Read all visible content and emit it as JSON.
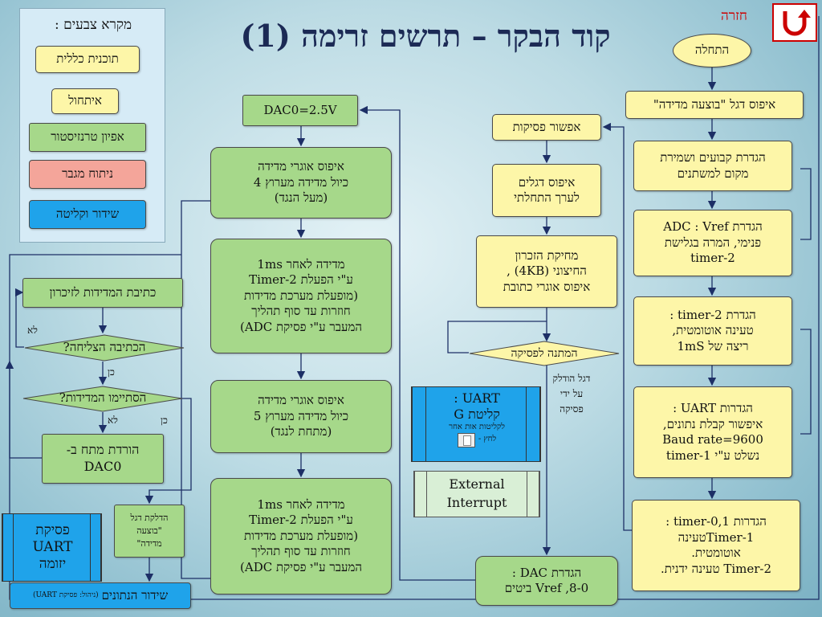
{
  "title": "קוד הבקר – תרשים זרימה (1)",
  "back": {
    "label": "חזרה",
    "icon": "u-turn-icon"
  },
  "legend": {
    "title": "מקרא צבעים :",
    "items": [
      {
        "label": "תוכנית כללית",
        "color": "#fdf6a8"
      },
      {
        "label": "איתחול",
        "color": "#fdf6a8"
      },
      {
        "label": "אפיון טרנזיסטור",
        "color": "#a6d88a"
      },
      {
        "label": "ניתוח מגבר",
        "color": "#f4a59a"
      },
      {
        "label": "שידור וקליטה",
        "color": "#1fa3ea"
      }
    ]
  },
  "right": {
    "start": "התחלה",
    "reset_flag": "איפוס דגל \"בוצעה מדידה\"",
    "constants": [
      "הגדרת קבועים ושמירת",
      "מקום למשתנים"
    ],
    "adc": [
      "הגדרת ADC : Vref",
      "פנימי, המרה בגלישת",
      "timer-2"
    ],
    "timer2": [
      "הגדרת timer-2 :",
      "טעינה אוטומטית,",
      "ריצה של 1mS"
    ],
    "uart": [
      "הגדרות UART :",
      "איפשור קבלת נתונים,",
      "Baud rate=9600",
      "נשלט ע\"י timer-1"
    ],
    "timer01": [
      "הגדרות timer-0,1 :",
      "Timer-1טעינה",
      "אוטומטית.",
      "Timer-2 טעינה ידנית."
    ]
  },
  "mid": {
    "enable_int": "אפשור פסיקות",
    "reset_flags": [
      "איפוס דגלים",
      "לערך התחלתי"
    ],
    "erase": [
      "מחיקת הזכרון",
      "החיצוני (4KB) ,",
      "איפוס אוגרי כתובת"
    ],
    "wait": "המתנה לפסיקה",
    "flag_note": [
      "דגל הודלק",
      "על ידי",
      "פסיקה"
    ],
    "uart_panel": [
      "UART :",
      "קליטת G",
      "לקליטות אות אחר",
      "לחץ -"
    ],
    "external": [
      "External",
      "Interrupt"
    ],
    "dac_set": [
      "הגדרת DAC :",
      "0-Vref ,8 ביטים"
    ]
  },
  "center": {
    "dac0": "DAC0=2.5V",
    "reg4": [
      "איפוס אוגרי מדידה",
      "כיול מדידה מערוץ 4",
      "(מעל הנגד)"
    ],
    "meas1": [
      "מדידה לאחר 1ms",
      "ע\"י הפעלת Timer-2",
      "(מופעלת מערכת מדידות",
      "חוזרות עד סוף תהליך",
      "המעבר ע\"י פסיקת ADC)"
    ],
    "reg5": [
      "איפוס אוגרי מדידה",
      "כיול מדידה מערוץ 5",
      "(מתחת לנגד)"
    ],
    "meas2": [
      "מדידה לאחר 1ms",
      "ע\"י הפעלת Timer-2",
      "(מופעלת מערכת מדידות",
      "חוזרות עד סוף תהליך",
      "המעבר ע\"י פסיקת ADC)"
    ]
  },
  "left": {
    "write_mem": "כתיבת המדידות לזיכרון",
    "write_ok": "הכתיבה הצליחה?",
    "no1": "לא",
    "yes1": "כן",
    "done": "הסתיימו המדידות?",
    "no2": "לא",
    "yes2": "כן",
    "lower_dac": [
      "הורדת מתח ב-",
      "DAC0"
    ],
    "flag_on": [
      "הדלקת דגל",
      "\"בוצעה",
      "מדידה\""
    ],
    "send": "שידור הנתונים",
    "send_note": "(ניהול: פסיקת UART)",
    "isr": [
      "פסיקת",
      "UART",
      "יזומה"
    ]
  }
}
